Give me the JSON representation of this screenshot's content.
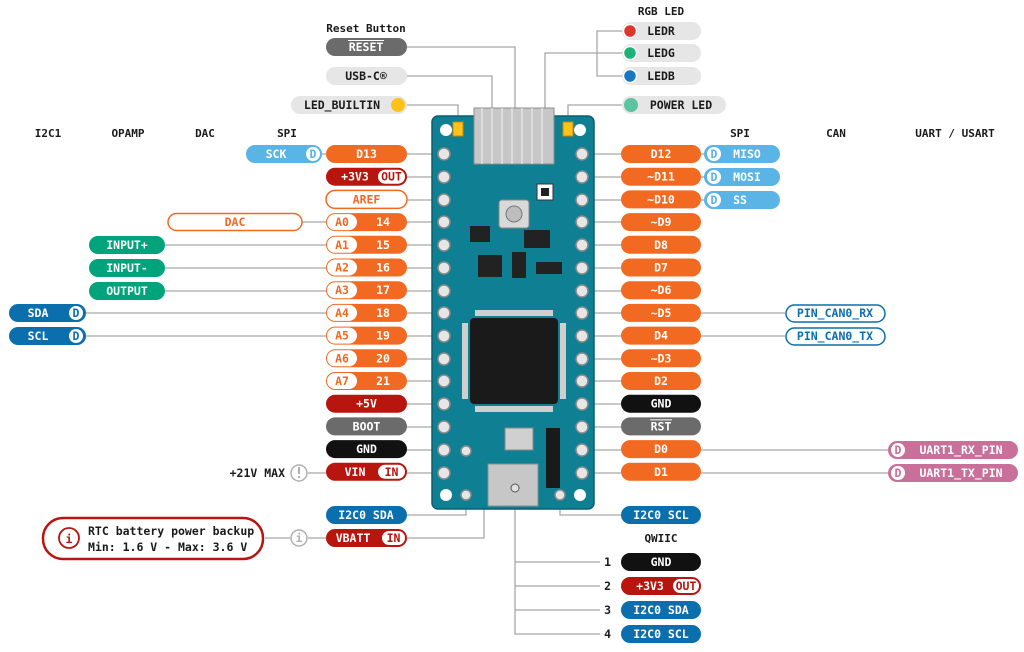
{
  "colors": {
    "orange": "#f26a21",
    "teal": "#00a37a",
    "blue": "#0b6fae",
    "lightblue": "#5ab4e5",
    "red": "#b7150d",
    "gray": "#6b6b6b",
    "black": "#111111",
    "pink": "#c9709a",
    "lightgray": "#e6e6e6",
    "board": "#0f7f93",
    "line": "#a8a8a8"
  },
  "headers": {
    "i2c1": "I2C1",
    "opamp": "OPAMP",
    "dac": "DAC",
    "spi_left": "SPI",
    "spi_right": "SPI",
    "can": "CAN",
    "uart": "UART / USART"
  },
  "top": {
    "reset_title": "Reset Button",
    "reset": "RESET",
    "usbc": "USB-C®",
    "led_builtin": "LED_BUILTIN",
    "rgb_title": "RGB LED",
    "ledr": "LEDR",
    "ledg": "LEDG",
    "ledb": "LEDB",
    "power_led": "POWER LED"
  },
  "d_badge": "D",
  "left_pins": [
    {
      "main": "D13",
      "extra": "",
      "type": "orange"
    },
    {
      "main": "+3V3",
      "extra": "OUT",
      "type": "red"
    },
    {
      "main": "AREF",
      "extra": "",
      "type": "outline"
    },
    {
      "main": "A0",
      "extra": "14",
      "type": "analog"
    },
    {
      "main": "A1",
      "extra": "15",
      "type": "analog"
    },
    {
      "main": "A2",
      "extra": "16",
      "type": "analog"
    },
    {
      "main": "A3",
      "extra": "17",
      "type": "analog"
    },
    {
      "main": "A4",
      "extra": "18",
      "type": "analog"
    },
    {
      "main": "A5",
      "extra": "19",
      "type": "analog"
    },
    {
      "main": "A6",
      "extra": "20",
      "type": "analog"
    },
    {
      "main": "A7",
      "extra": "21",
      "type": "analog"
    },
    {
      "main": "+5V",
      "extra": "",
      "type": "red"
    },
    {
      "main": "BOOT",
      "extra": "",
      "type": "gray"
    },
    {
      "main": "GND",
      "extra": "",
      "type": "black"
    },
    {
      "main": "VIN",
      "extra": "IN",
      "type": "red"
    }
  ],
  "right_pins": [
    {
      "main": "D12"
    },
    {
      "main": "~D11"
    },
    {
      "main": "~D10"
    },
    {
      "main": "~D9"
    },
    {
      "main": "D8"
    },
    {
      "main": "D7"
    },
    {
      "main": "~D6"
    },
    {
      "main": "~D5"
    },
    {
      "main": "D4"
    },
    {
      "main": "~D3"
    },
    {
      "main": "D2"
    },
    {
      "main": "GND",
      "type": "black"
    },
    {
      "main": "RST",
      "type": "gray"
    },
    {
      "main": "D0"
    },
    {
      "main": "D1"
    }
  ],
  "left_functions": {
    "sck": "SCK",
    "dac": "DAC",
    "input_plus": "INPUT+",
    "input_minus": "INPUT-",
    "output": "OUTPUT",
    "sda": "SDA",
    "scl": "SCL"
  },
  "right_functions": {
    "miso": "MISO",
    "mosi": "MOSI",
    "ss": "SS",
    "can_rx": "PIN_CAN0_RX",
    "can_tx": "PIN_CAN0_TX",
    "uart_rx": "UART1_RX_PIN",
    "uart_tx": "UART1_TX_PIN"
  },
  "bottom": {
    "vin_note": "+21V MAX",
    "i2c0_sda": "I2C0 SDA",
    "i2c0_scl": "I2C0 SCL",
    "vbatt": "VBATT",
    "vbatt_in": "IN",
    "rtc_line1": "RTC battery power backup",
    "rtc_line2": "Min: 1.6 V - Max: 3.6 V",
    "qwiic_title": "QWIIC",
    "qwiic": [
      {
        "num": "1",
        "label": "GND",
        "extra": ""
      },
      {
        "num": "2",
        "label": "+3V3",
        "extra": "OUT"
      },
      {
        "num": "3",
        "label": "I2C0 SDA",
        "extra": ""
      },
      {
        "num": "4",
        "label": "I2C0 SCL",
        "extra": ""
      }
    ]
  }
}
